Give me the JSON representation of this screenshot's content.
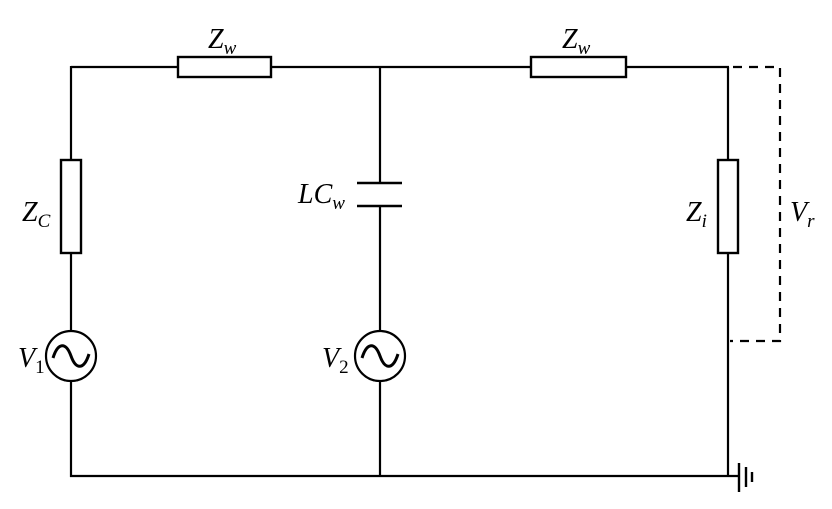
{
  "diagram": {
    "type": "circuit",
    "components": {
      "zw_left": {
        "symbol": "Z",
        "subscript": "w"
      },
      "zw_right": {
        "symbol": "Z",
        "subscript": "w"
      },
      "zc": {
        "symbol": "Z",
        "subscript": "C"
      },
      "lcw": {
        "symbol": "LC",
        "subscript": "w"
      },
      "zi": {
        "symbol": "Z",
        "subscript": "i"
      },
      "v1": {
        "symbol": "V",
        "subscript": "1"
      },
      "v2": {
        "symbol": "V",
        "subscript": "2"
      },
      "vr": {
        "symbol": "V",
        "subscript": "r"
      }
    },
    "icons": {
      "source": "ac-voltage-source-icon",
      "ground": "ground-icon"
    },
    "stroke_color": "#000000",
    "background_color": "#ffffff"
  }
}
